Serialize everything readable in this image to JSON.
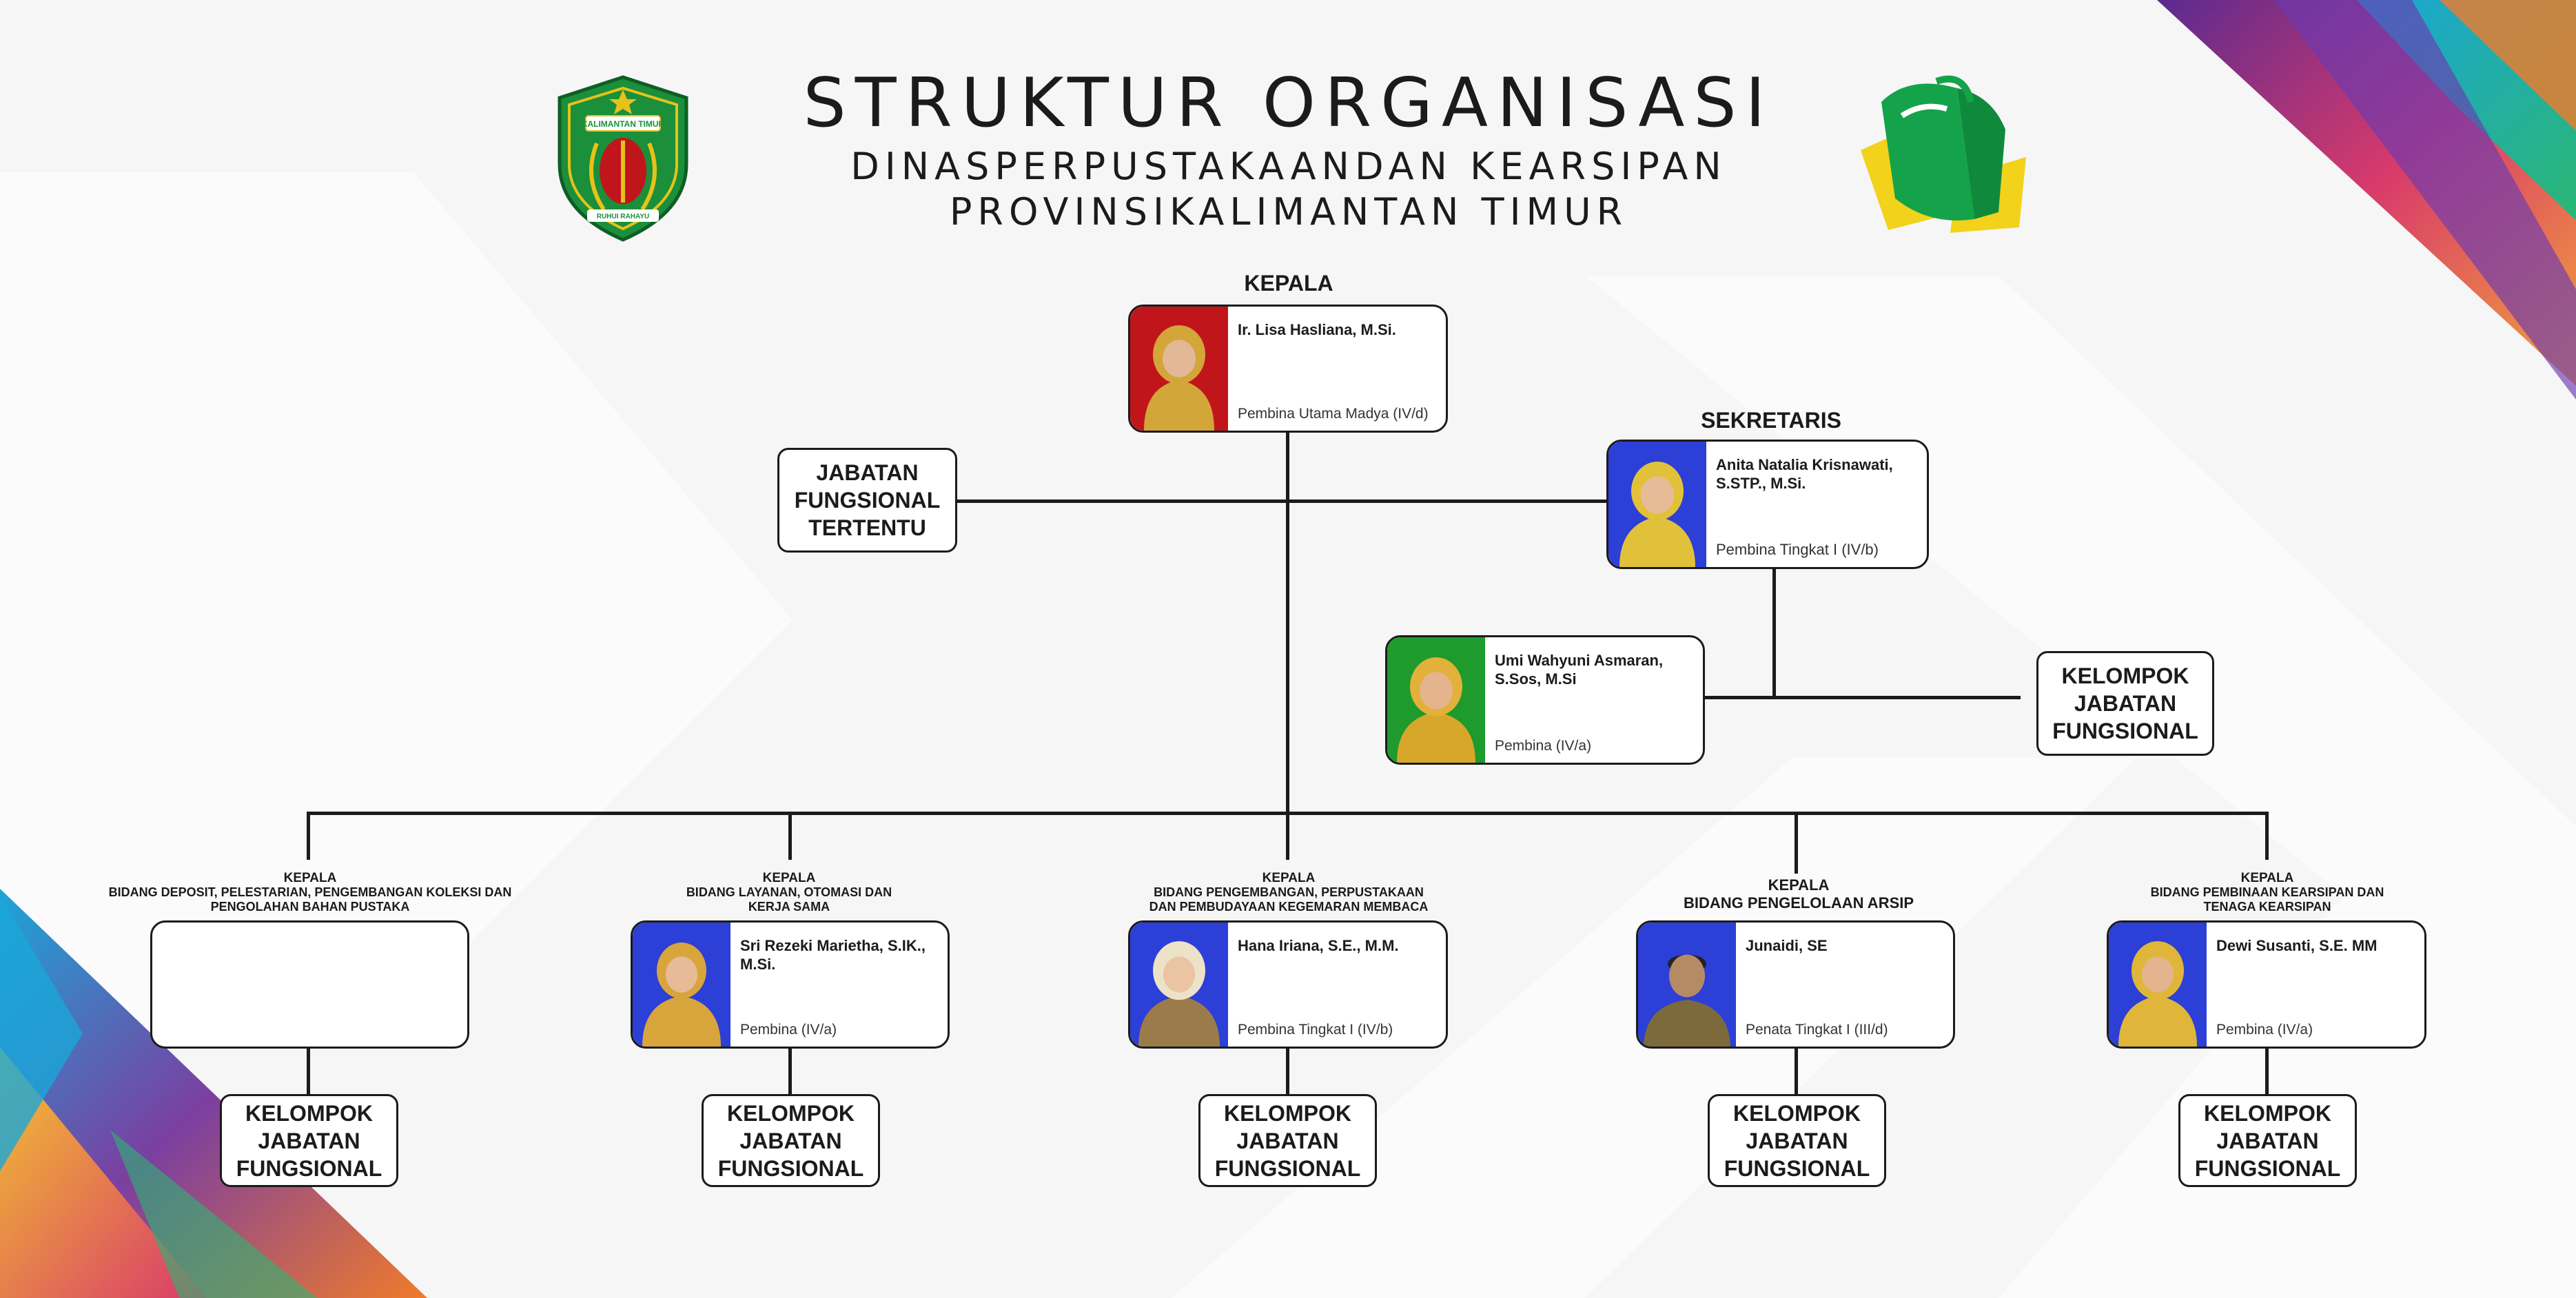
{
  "header": {
    "title": "STRUKTUR ORGANISASI",
    "subtitle1": "DINASPERPUSTAKAANDAN KEARSIPAN",
    "subtitle2": "PROVINSIKALIMANTAN TIMUR",
    "emblem_text_top": "KALIMANTAN TIMUR",
    "emblem_text_bottom": "RUHUI RAHAYU"
  },
  "kepala": {
    "role": "KEPALA",
    "name": "Ir. Lisa Hasliana, M.Si.",
    "rank": "Pembina Utama Madya (IV/d)",
    "photo_bg": "#c0161b"
  },
  "sekretaris": {
    "role": "SEKRETARIS",
    "name": "Anita Natalia Krisnawati, S.STP., M.Si.",
    "rank": "Pembina Tingkat I (IV/b)",
    "photo_bg": "#2c3fd6"
  },
  "sub_sekretaris": {
    "name": "Umi Wahyuni Asmaran, S.Sos, M.Si",
    "rank": "Pembina (IV/a)",
    "photo_bg": "#1f9a2c"
  },
  "jft": "JABATAN FUNGSIONAL TERTENTU",
  "kjf_label": "KELOMPOK JABATAN FUNGSIONAL",
  "bidang": [
    {
      "label_k": "KEPALA",
      "label": "BIDANG DEPOSIT, PELESTARIAN, PENGEMBANGAN KOLEKSI DAN PENGOLAHAN BAHAN PUSTAKA",
      "name": "",
      "rank": "",
      "photo_bg": ""
    },
    {
      "label_k": "KEPALA",
      "label": "BIDANG LAYANAN, OTOMASI DAN KERJA SAMA",
      "name": "Sri Rezeki Marietha, S.IK., M.Si.",
      "rank": "Pembina (IV/a)",
      "photo_bg": "#2c3fd6"
    },
    {
      "label_k": "KEPALA",
      "label": "BIDANG PENGEMBANGAN, PERPUSTAKAAN DAN PEMBUDAYAAN KEGEMARAN MEMBACA",
      "name": "Hana Iriana, S.E., M.M.",
      "rank": "Pembina Tingkat I (IV/b)",
      "photo_bg": "#2c3fd6"
    },
    {
      "label_k": "KEPALA",
      "label": "BIDANG PENGELOLAAN ARSIP",
      "name": "Junaidi, SE",
      "rank": "Penata Tingkat I (III/d)",
      "photo_bg": "#2c3fd6"
    },
    {
      "label_k": "KEPALA",
      "label": "BIDANG PEMBINAAN KEARSIPAN DAN TENAGA KEARSIPAN",
      "name": "Dewi Susanti, S.E. MM",
      "rank": "Pembina (IV/a)",
      "photo_bg": "#2c3fd6"
    }
  ],
  "colors": {
    "line": "#1b1b1b",
    "emblem_green": "#1b8f3a",
    "emblem_gold": "#e6c21a",
    "logo_yellow": "#f2d21b",
    "logo_green": "#14a34a"
  }
}
